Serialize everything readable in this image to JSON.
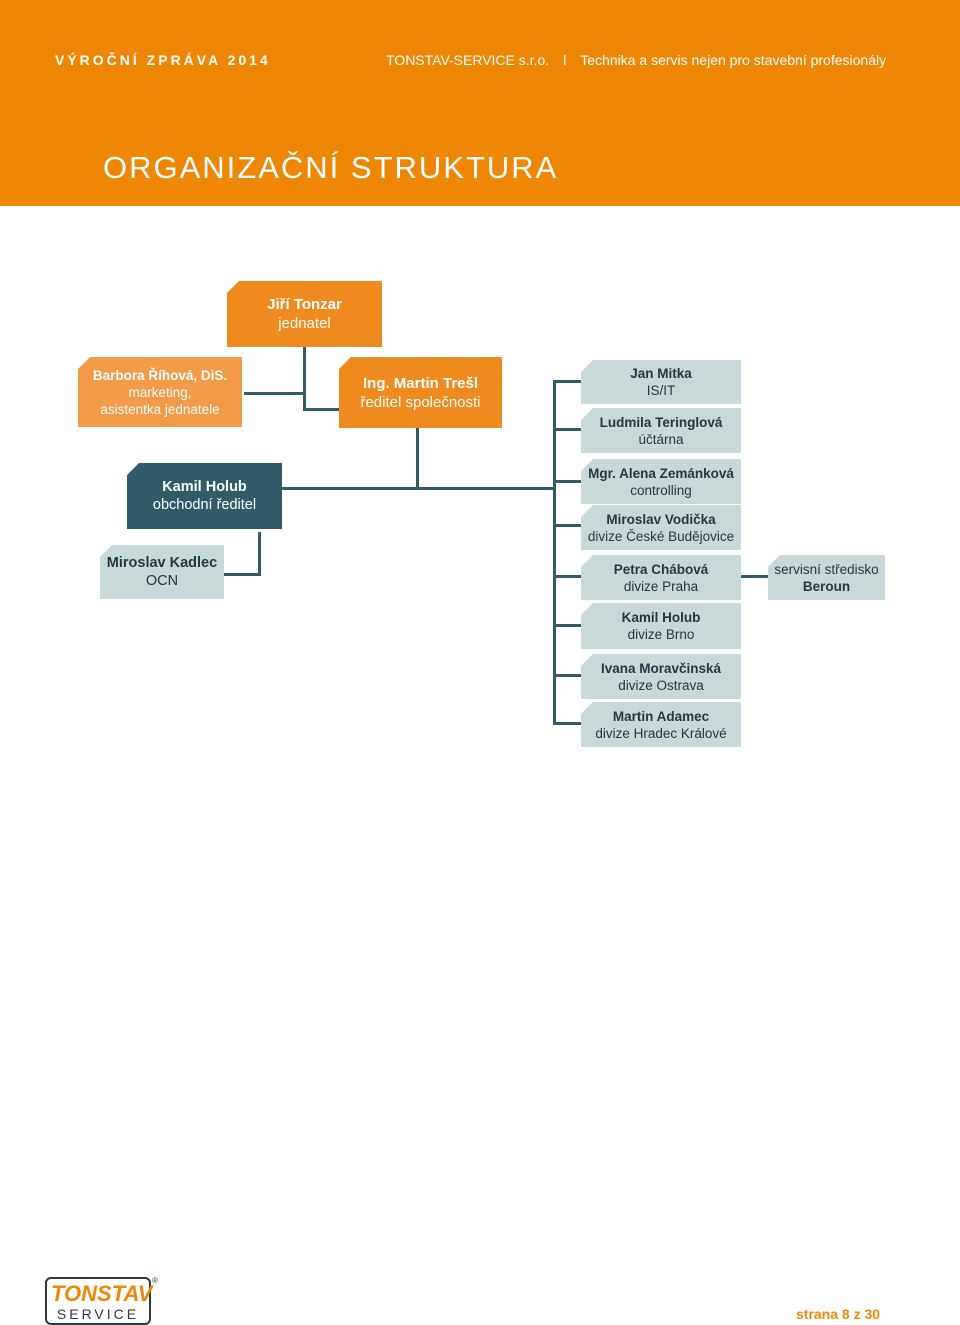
{
  "header": {
    "report": "VÝROČNÍ ZPRÁVA 2014",
    "company": "TONSTAV-SERVICE s.r.o.",
    "separator": "l",
    "tagline": "Technika a servis nejen pro stavební profesionály",
    "title": "ORGANIZAČNÍ STRUKTURA"
  },
  "org": {
    "ceo": {
      "name": "Jiří Tonzar",
      "role": "jednatel"
    },
    "assistant": {
      "name": "Barbora Říhová, DiS.",
      "role1": "marketing,",
      "role2": "asistentka jednatele"
    },
    "director": {
      "name": "Ing. Martin Trešl",
      "role": "ředitel společnosti"
    },
    "sales": {
      "name": "Kamil Holub",
      "role": "obchodní ředitel"
    },
    "ocn": {
      "name": "Miroslav Kadlec",
      "role": "OCN"
    },
    "units": [
      {
        "name": "Jan Mitka",
        "role": "IS/IT"
      },
      {
        "name": "Ludmila Teringlová",
        "role": "účtárna"
      },
      {
        "name": "Mgr. Alena Zemánková",
        "role": "controlling"
      },
      {
        "name": "Miroslav Vodička",
        "role": "divize České Budějovice"
      },
      {
        "name": "Petra Chábová",
        "role": "divize Praha"
      },
      {
        "name": "Kamil Holub",
        "role": "divize Brno"
      },
      {
        "name": "Ivana Moravčinská",
        "role": "divize Ostrava"
      },
      {
        "name": "Martin Adamec",
        "role": "divize Hradec Králové"
      }
    ],
    "service": {
      "line1": "servisní středisko",
      "line2": "Beroun"
    }
  },
  "footer": {
    "logo_top": "TONSTAV",
    "logo_bottom": "SERVICE",
    "registered": "®",
    "page": "strana 8 z 30"
  }
}
